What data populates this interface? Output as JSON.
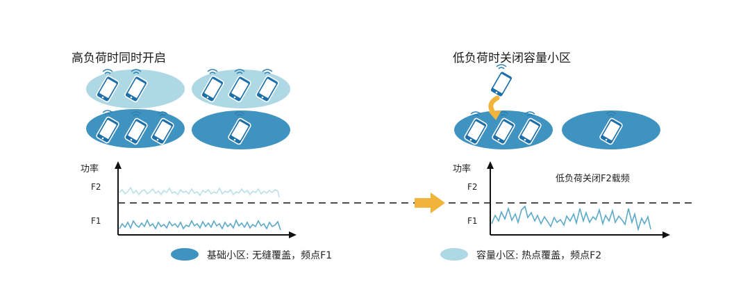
{
  "left_panel": {
    "title": "高负荷时同时开启",
    "y_axis_label": "功率",
    "ticks": {
      "f2": "F2",
      "f1": "F1"
    }
  },
  "right_panel": {
    "title": "低负荷时关闭容量小区",
    "y_axis_label": "功率",
    "ticks": {
      "f2": "F2",
      "f1": "F1"
    },
    "note": "低负荷关闭F2载频"
  },
  "legend": {
    "base_cell": "基础小区: 无缝覆盖，频点F1",
    "capacity_cell": "容量小区: 热点覆盖，频点F2"
  },
  "colors": {
    "base_cell": "#3f93c1",
    "capacity_cell": "#aed8e3",
    "arrow": "#f0b43c",
    "signal_f2": "#b9e0e6",
    "signal_f1": "#5aa9c9"
  },
  "icons": {
    "phone": "smartphone-icon",
    "arrow": "right-arrow-icon"
  }
}
